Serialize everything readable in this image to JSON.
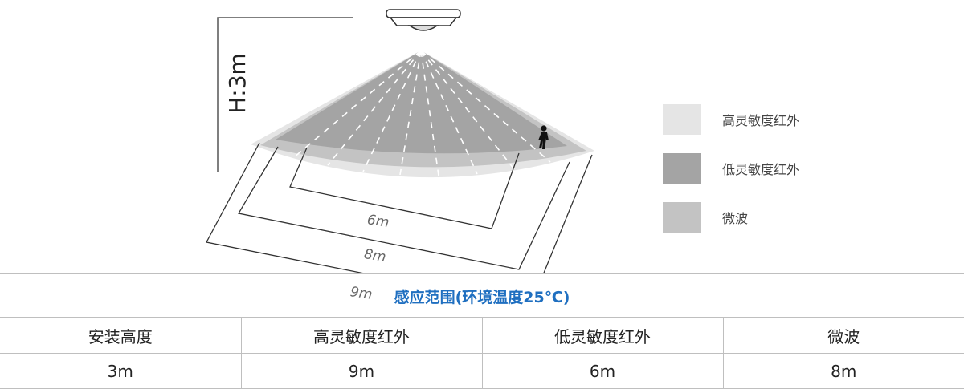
{
  "diagram": {
    "height_label": "H:3m",
    "range_labels": [
      "6m",
      "8m",
      "9m"
    ]
  },
  "legend": {
    "items": [
      {
        "label": "高灵敏度红外",
        "color": "#e5e5e5"
      },
      {
        "label": "低灵敏度红外",
        "color": "#a4a4a4"
      },
      {
        "label": "微波",
        "color": "#c3c3c3"
      }
    ]
  },
  "table": {
    "title": "感应范围(环境温度25℃)",
    "headers": [
      "安装高度",
      "高灵敏度红外",
      "低灵敏度红外",
      "微波"
    ],
    "rows": [
      [
        "3m",
        "9m",
        "6m",
        "8m"
      ]
    ]
  },
  "colors": {
    "title_blue": "#1f6fc0",
    "high_ir": "#e5e5e5",
    "low_ir": "#a4a4a4",
    "microwave": "#c3c3c3"
  },
  "icons": [
    "ceiling-sensor-icon",
    "person-icon"
  ]
}
